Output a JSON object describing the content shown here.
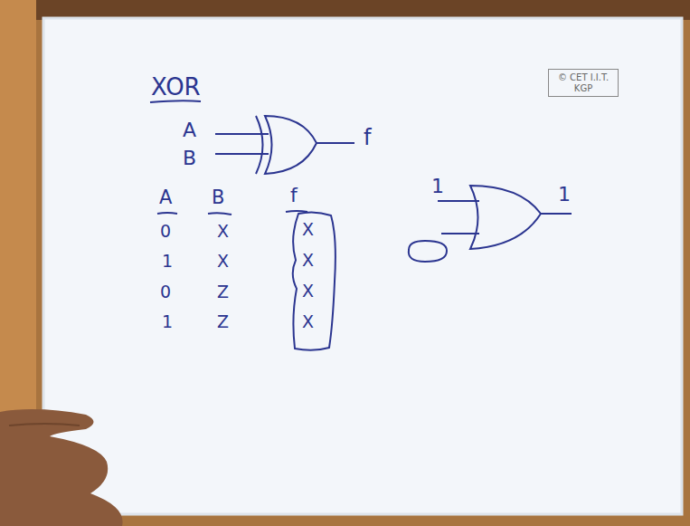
{
  "diagram": {
    "title": "XOR",
    "nodes": [
      {
        "text": [
          "© CET I.I.T. KGP"
        ]
      },
      {
        "text": [
          "X",
          "X",
          "X",
          "X"
        ]
      }
    ],
    "labels": [
      "A",
      "B",
      "f",
      "A",
      "B",
      "f",
      "0",
      "X",
      "1",
      "X",
      "0",
      "Z",
      "1",
      "Z",
      "1",
      "1"
    ]
  }
}
